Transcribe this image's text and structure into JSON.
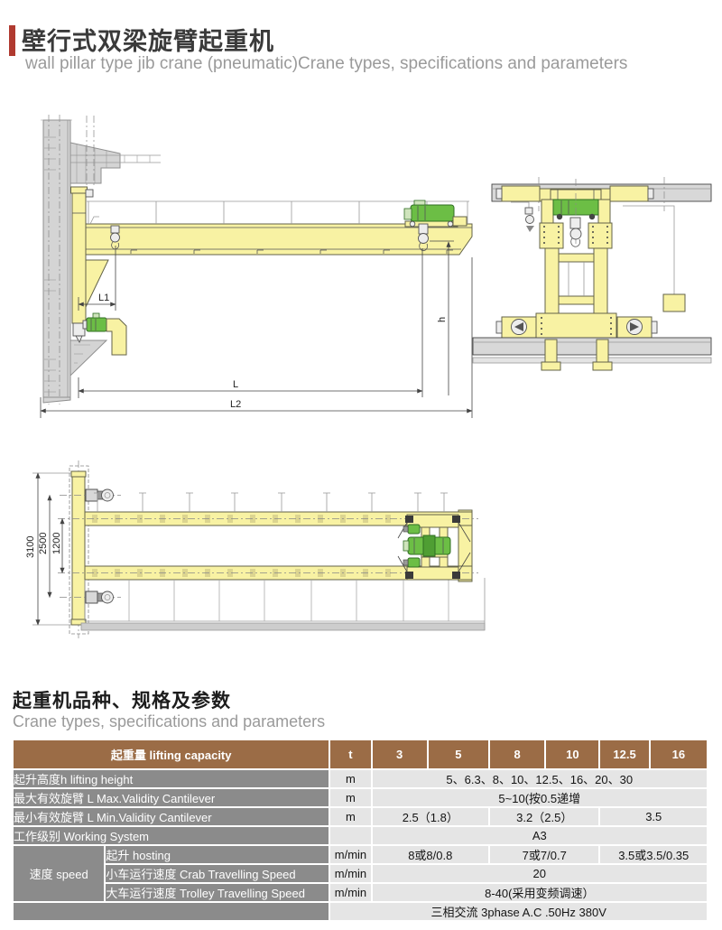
{
  "page": {
    "title": "壁行式双梁旋臂起重机",
    "subtitle": "wall pillar type jib crane (pneumatic)Crane types, specifications and parameters"
  },
  "section": {
    "title_zh": "起重机品种、规格及参数",
    "title_en": "Crane types, specifications and parameters"
  },
  "drawing": {
    "labels": {
      "l1": "L1",
      "l": "L",
      "l2": "L2",
      "h": "h",
      "d3100": "3100",
      "d2500": "2500",
      "d1200": "1200"
    }
  },
  "colors": {
    "accent_red": "#b03a30",
    "header_brown": "#9b6c46",
    "label_gray": "#8b8b8b",
    "cell_gray": "#e5e5e5",
    "crane_yellow": "#f8f2a3",
    "machine_green": "#6cbe45"
  },
  "table": {
    "header": {
      "label": "起重量 lifting capacity",
      "unit": "t",
      "capacities": [
        "3",
        "5",
        "8",
        "10",
        "12.5",
        "16"
      ]
    },
    "rows": [
      {
        "label": "起升高度h  lifting height",
        "unit": "m",
        "value": "5、6.3、8、10、12.5、16、20、30"
      },
      {
        "label": "最大有效旋臂 L Max.Validity Cantilever",
        "unit": "m",
        "value": "5~10(按0.5递增"
      },
      {
        "label": "最小有效旋臂 L Min.Validity Cantilever",
        "unit": "m",
        "v1": "2.5（1.8）",
        "v2": "3.2（2.5）",
        "v3": "3.5"
      },
      {
        "label": "工作级别  Working System",
        "unit": "",
        "value": "A3"
      }
    ],
    "speed": {
      "label": "速度 speed",
      "rows": [
        {
          "label": "起升 hosting",
          "unit": "m/min",
          "v1": "8或8/0.8",
          "v2": "7或7/0.7",
          "v3": "3.5或3.5/0.35"
        },
        {
          "label": "小车运行速度 Crab Travelling Speed",
          "unit": "m/min",
          "value": "20"
        },
        {
          "label": "大车运行速度 Trolley Travelling Speed",
          "unit": "m/min",
          "value": "8-40(采用变频调速）"
        }
      ]
    },
    "footer": {
      "power": "三相交流 3phase A.C .50Hz 380V"
    }
  }
}
